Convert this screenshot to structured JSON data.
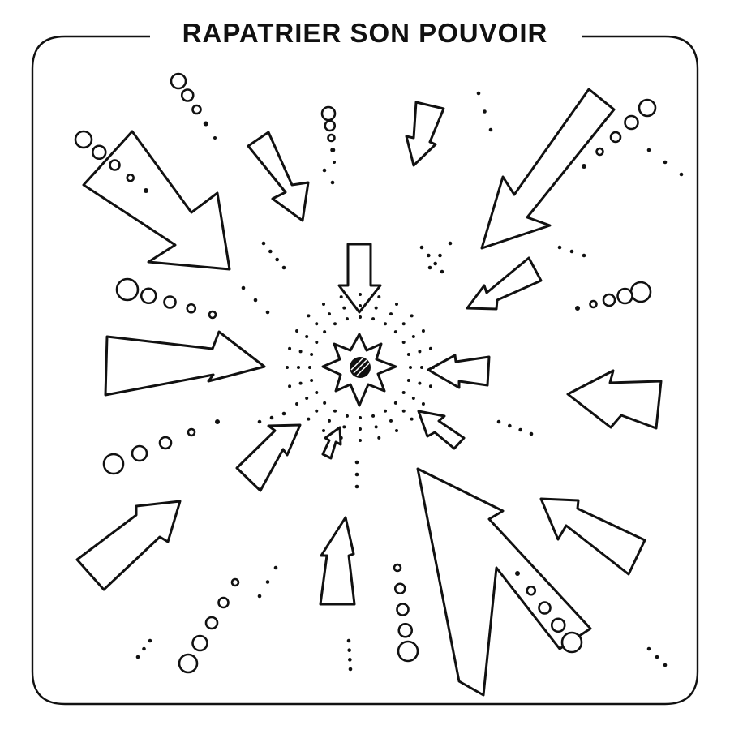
{
  "title": "RAPATRIER SON POUVOIR",
  "colors": {
    "ink": "#111111",
    "paper": "#ffffff"
  },
  "center": {
    "icon": "star-burst-icon"
  },
  "arrows": [
    {
      "name": "arrow-top-left-large",
      "icon": "arrow-icon"
    },
    {
      "name": "arrow-top-upper-left",
      "icon": "arrow-icon"
    },
    {
      "name": "arrow-top-center",
      "icon": "arrow-icon"
    },
    {
      "name": "arrow-top-small",
      "icon": "arrow-icon"
    },
    {
      "name": "arrow-top-right-large",
      "icon": "arrow-icon"
    },
    {
      "name": "arrow-right-upper",
      "icon": "arrow-icon"
    },
    {
      "name": "arrow-left-middle",
      "icon": "arrow-icon"
    },
    {
      "name": "arrow-right-middle-small",
      "icon": "arrow-icon"
    },
    {
      "name": "arrow-right-middle",
      "icon": "arrow-icon"
    },
    {
      "name": "arrow-right-lower-small",
      "icon": "arrow-icon"
    },
    {
      "name": "arrow-left-lower",
      "icon": "arrow-icon"
    },
    {
      "name": "arrow-center-tiny",
      "icon": "arrow-icon"
    },
    {
      "name": "arrow-bottom-left",
      "icon": "arrow-icon"
    },
    {
      "name": "arrow-bottom-center",
      "icon": "arrow-icon"
    },
    {
      "name": "arrow-bottom-right-large",
      "icon": "arrow-icon"
    },
    {
      "name": "arrow-right-lower",
      "icon": "arrow-icon"
    }
  ]
}
